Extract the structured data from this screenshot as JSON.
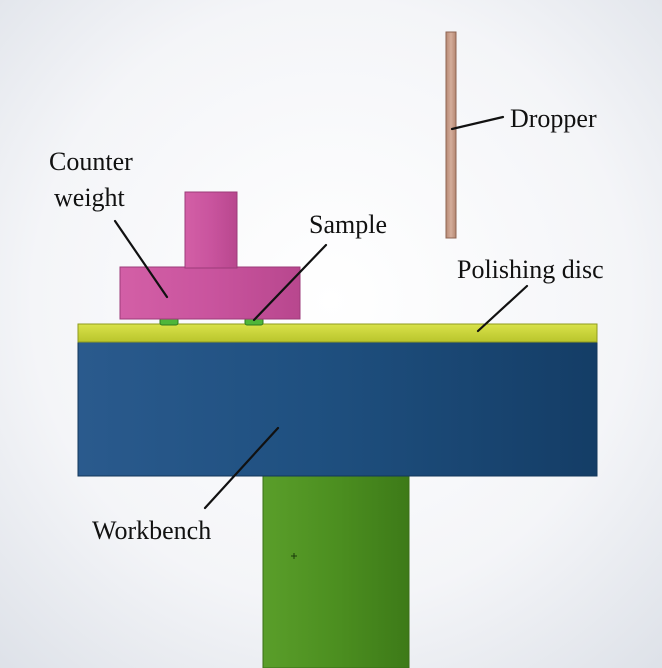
{
  "labels": {
    "dropper": "Dropper",
    "counter_weight_line1": "Counter",
    "counter_weight_line2": "weight",
    "sample": "Sample",
    "polishing_disc": "Polishing disc",
    "workbench": "Workbench"
  },
  "colors": {
    "background_center": "#ffffff",
    "background_edge": "#dde1e8",
    "dropper": "#c9a391",
    "counter_weight": "#c9549e",
    "sample": "#4fb63a",
    "polishing_disc": "#c9d63a",
    "workbench": "#1d4d7e",
    "shaft": "#4d9220",
    "leader_line": "#111111"
  }
}
